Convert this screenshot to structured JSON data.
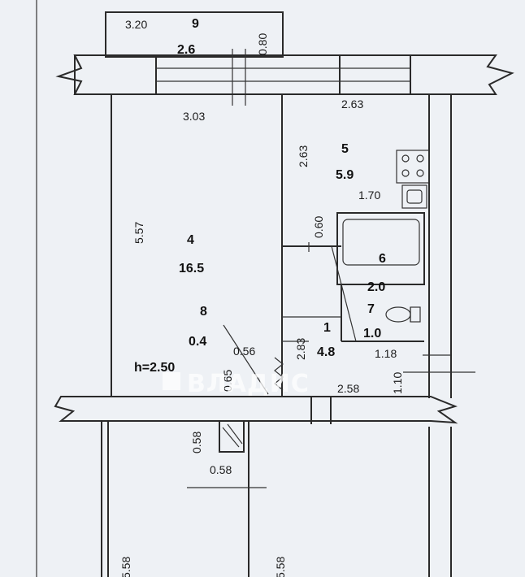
{
  "rooms": [
    {
      "number": "9",
      "area": "2.6"
    },
    {
      "number": "5",
      "area": "5.9"
    },
    {
      "number": "4",
      "area": "16.5"
    },
    {
      "number": "6",
      "area": "2.0"
    },
    {
      "number": "7",
      "area": "1.0"
    },
    {
      "number": "8",
      "area": "0.4"
    },
    {
      "number": "1",
      "area": "4.8"
    }
  ],
  "dimensions": {
    "balcony_width": "3.20",
    "balcony_depth": "0.80",
    "room4_width": "3.03",
    "room4_length": "5.57",
    "kitchen_width": "2.63",
    "kitchen_length": "2.63",
    "kitchen_counter": "1.70",
    "bath_gap": "0.60",
    "hall_width": "2.83",
    "closet_width": "0.56",
    "closet_depth": "0.65",
    "hall_length": "2.58",
    "toilet_width": "1.18",
    "toilet_length": "1.10",
    "lower_niche_a": "0.58",
    "lower_niche_b": "0.58",
    "lower_left_length": "5.58",
    "lower_right_length": "5.58"
  },
  "ceiling_height": "h=2.50",
  "watermark": "ВЛАДИС"
}
